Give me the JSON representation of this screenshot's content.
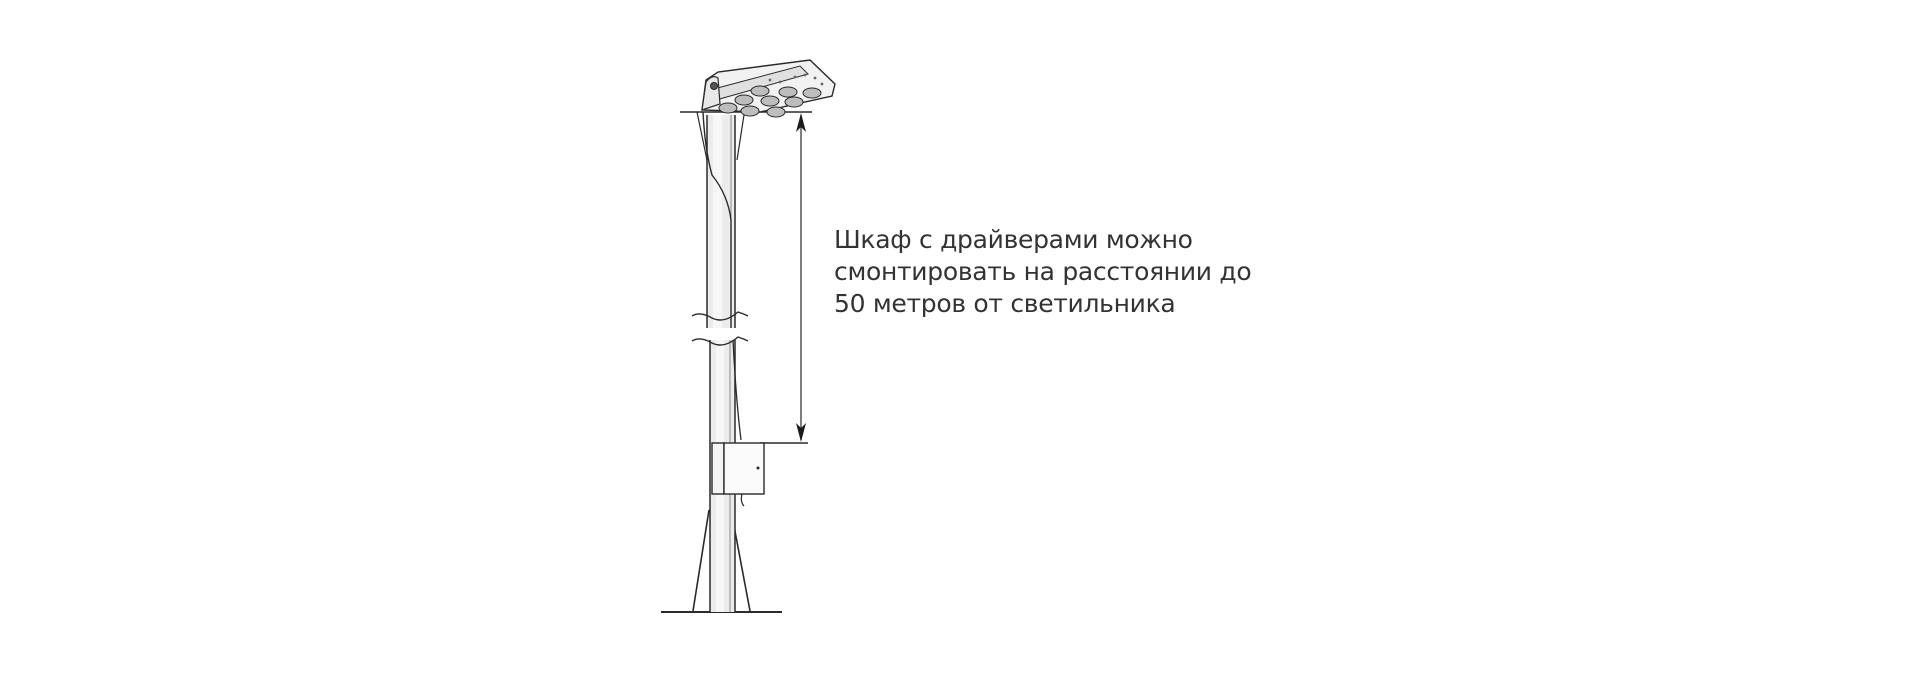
{
  "diagram": {
    "caption": {
      "lines": [
        "Шкаф с драйверами можно",
        "смонтировать на расстоянии до",
        "50 метров от светильника"
      ]
    },
    "elements": {
      "luminaire": "led-floodlight-icon",
      "pole": "lighting-pole",
      "cabinet": "driver-cabinet",
      "dimension": "distance-arrow"
    },
    "colors": {
      "line": "#2a2a2a",
      "pole_fill": "#e9e9e9",
      "pole_highlight": "#f6f6f6",
      "text": "#333333",
      "background": "#ffffff"
    }
  }
}
